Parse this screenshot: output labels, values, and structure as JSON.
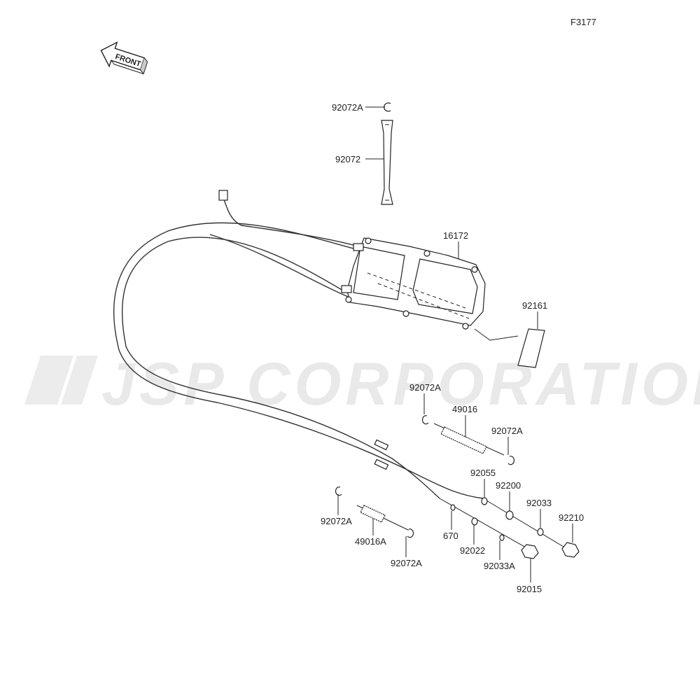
{
  "figure_code": "F3177",
  "front_arrow_text": "FRONT",
  "watermark_text": "JSP CORPORATION",
  "parts": [
    {
      "id": "p_92072A_top",
      "label": "92072A"
    },
    {
      "id": "p_92072_strap",
      "label": "92072"
    },
    {
      "id": "p_16172",
      "label": "16172"
    },
    {
      "id": "p_92161",
      "label": "92161"
    },
    {
      "id": "p_92072A_1",
      "label": "92072A"
    },
    {
      "id": "p_49016",
      "label": "49016"
    },
    {
      "id": "p_92072A_2",
      "label": "92072A"
    },
    {
      "id": "p_92055",
      "label": "92055"
    },
    {
      "id": "p_92200",
      "label": "92200"
    },
    {
      "id": "p_92033",
      "label": "92033"
    },
    {
      "id": "p_92210",
      "label": "92210"
    },
    {
      "id": "p_92072A_3",
      "label": "92072A"
    },
    {
      "id": "p_49016A",
      "label": "49016A"
    },
    {
      "id": "p_92072A_4",
      "label": "92072A"
    },
    {
      "id": "p_670",
      "label": "670"
    },
    {
      "id": "p_92022",
      "label": "92022"
    },
    {
      "id": "p_92033A",
      "label": "92033A"
    },
    {
      "id": "p_92015",
      "label": "92015"
    }
  ]
}
